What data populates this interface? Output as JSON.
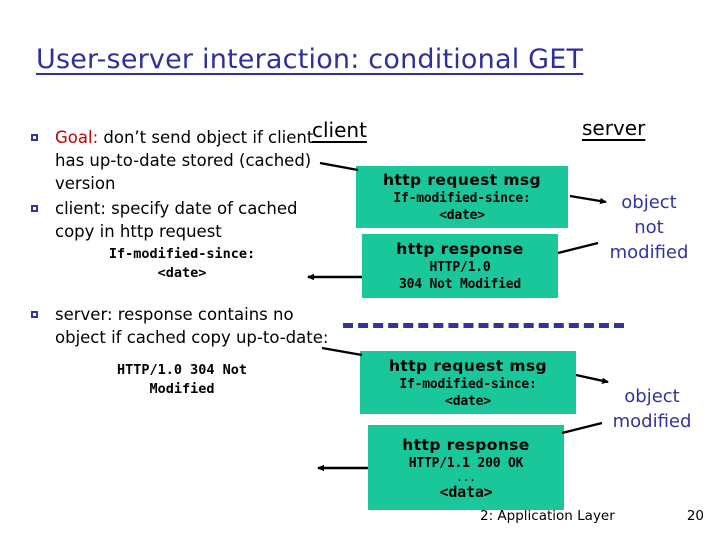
{
  "slide": {
    "title": "User-server interaction: conditional GET",
    "footer_left": "2: Application Layer",
    "footer_page": "20"
  },
  "colors": {
    "title_blue": "#2f2f9e",
    "accent_red": "#c00000",
    "box_green": "#19c79a",
    "note_blue": "#33339e",
    "text_black": "#000000"
  },
  "bullets": [
    {
      "lead": "Goal:",
      "text": " don’t send object if client has up-to-date stored (cached) version"
    },
    {
      "lead": "",
      "text": "client: specify date of cached copy in http request"
    },
    {
      "lead": "",
      "text": "server: response contains no object if cached copy up-to-date:"
    }
  ],
  "code_notes": {
    "if_modified_line1": "If-modified-since:",
    "if_modified_line2": "<date>",
    "http304_line1": "HTTP/1.0 304 Not",
    "http304_line2": "Modified"
  },
  "diagram": {
    "client_label": "client",
    "server_label": "server",
    "boxes": [
      {
        "id": "box-req-1",
        "header": "http request msg",
        "lines": [
          "If-modified-since:",
          "<date>"
        ]
      },
      {
        "id": "box-res-1",
        "header": "http response",
        "lines": [
          "HTTP/1.0",
          "304 Not Modified"
        ]
      },
      {
        "id": "box-req-2",
        "header": "http request msg",
        "lines": [
          "If-modified-since:",
          "<date>"
        ]
      },
      {
        "id": "box-res-2",
        "header": "http response",
        "lines": [
          "HTTP/1.1 200 OK",
          "...",
          "<data>"
        ]
      }
    ],
    "notes": [
      {
        "id": "note-not-modified",
        "line1": "object",
        "line2": "not",
        "line3": "modified"
      },
      {
        "id": "note-modified",
        "line1": "object",
        "line2": "modified",
        "line3": ""
      }
    ]
  }
}
